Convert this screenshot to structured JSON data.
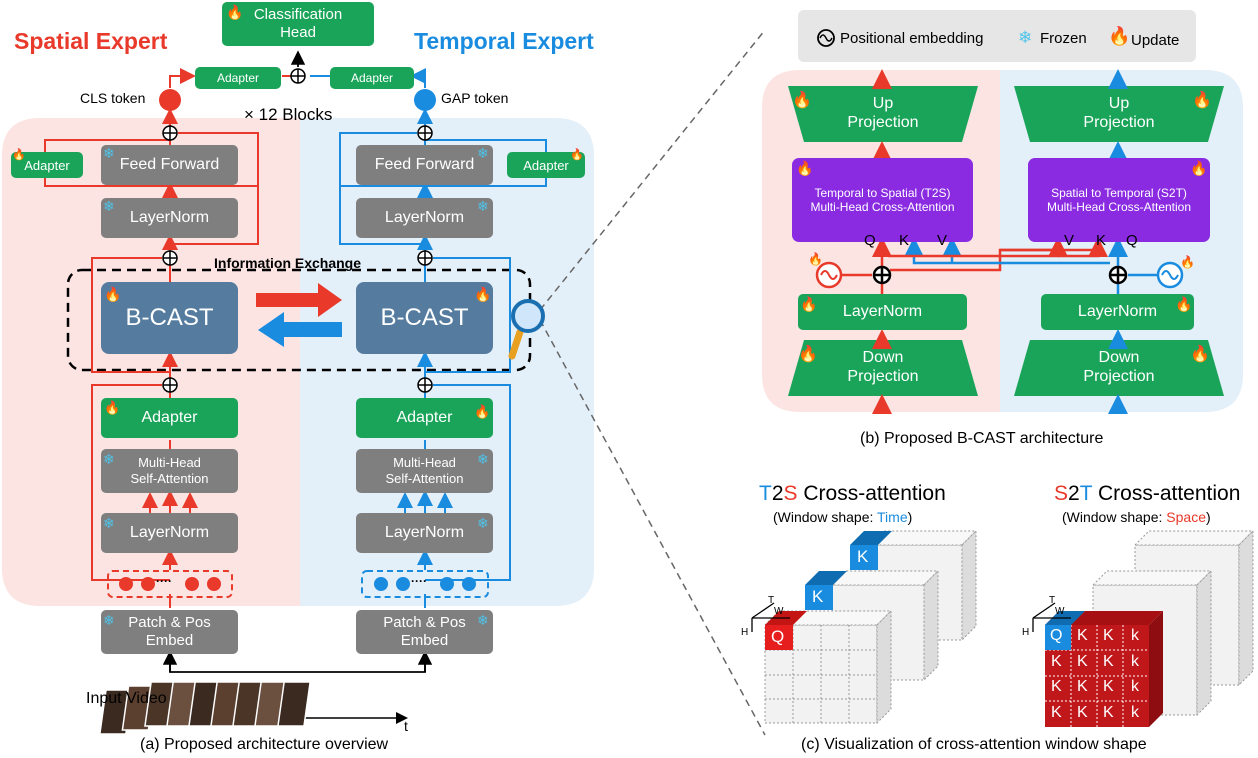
{
  "panel_a": {
    "spatial_title": "Spatial Expert",
    "temporal_title": "Temporal Expert",
    "classification_head": "Classification\nHead",
    "adapter_small": "Adapter",
    "cls_token": "CLS token",
    "gap_token": "GAP token",
    "blocks": "× 12 Blocks",
    "feed_forward": "Feed Forward",
    "layernorm": "LayerNorm",
    "info_exchange": "Information Exchange",
    "bcast": "B-CAST",
    "adapter": "Adapter",
    "mhsa": "Multi-Head\nSelf-Attention",
    "patch_embed": "Patch & Pos\nEmbed",
    "input_video": "Input Video",
    "time_axis": "t",
    "dots": "····",
    "caption": "(a) Proposed architecture overview"
  },
  "panel_b": {
    "legend": {
      "positional": "Positional embedding",
      "frozen": "Frozen",
      "update": "Update"
    },
    "up_projection": "Up\nProjection",
    "t2s": "Temporal to Spatial (T2S)\nMulti-Head Cross-Attention",
    "s2t": "Spatial to Temporal (S2T)\nMulti-Head Cross-Attention",
    "q": "Q",
    "k": "K",
    "v": "V",
    "layernorm": "LayerNorm",
    "down_projection": "Down\nProjection",
    "caption": "(b) Proposed B-CAST architecture"
  },
  "panel_c": {
    "t2s_title_1": "T",
    "t2s_title_2": "2",
    "t2s_title_3": "S",
    "t2s_title_4": " Cross-attention",
    "t2s_window_1": "(Window shape: ",
    "t2s_window_2": "Time",
    "t2s_window_3": ")",
    "s2t_title_1": "S",
    "s2t_title_2": "2",
    "s2t_title_3": "T",
    "s2t_title_4": " Cross-attention",
    "s2t_window_1": "(Window shape: ",
    "s2t_window_2": "Space",
    "s2t_window_3": ")",
    "axis_t": "T",
    "axis_w": "W",
    "axis_h": "H",
    "q": "Q",
    "k": "K",
    "k_lower": "k",
    "caption": "(c) Visualization of cross-attention window shape"
  },
  "colors": {
    "spatial": "#e8392a",
    "temporal": "#1a8ce0",
    "green": "#1aa459",
    "grey": "#7f7f7f",
    "bcast": "#557c9f",
    "purple": "#8a2be2",
    "cube_red": "#c0171b"
  }
}
